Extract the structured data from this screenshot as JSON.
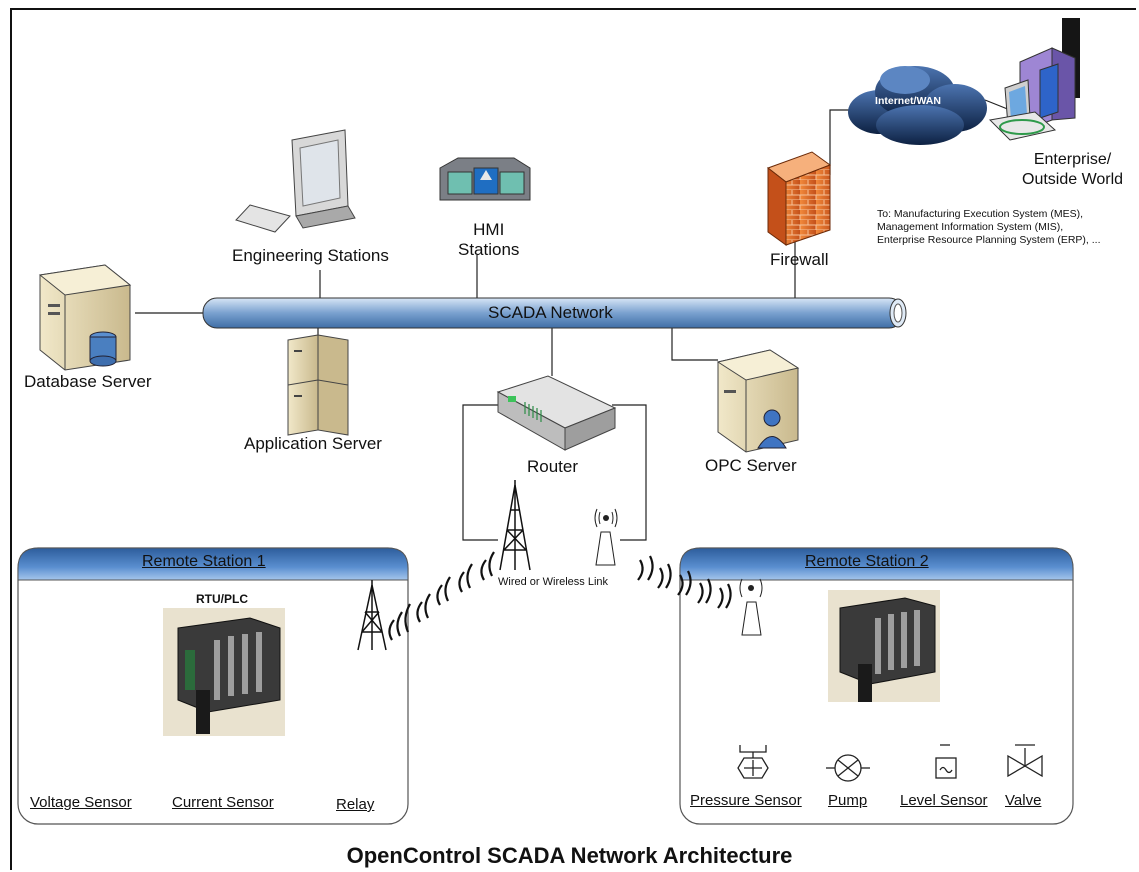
{
  "title": "OpenControl SCADA Network Architecture",
  "network": {
    "bus_label": "SCADA Network",
    "link_label": "Wired or Wireless Link",
    "cloud_label": "Internet/WAN"
  },
  "nodes": {
    "engineering": "Engineering Stations",
    "hmi": "HMI\nStations",
    "firewall": "Firewall",
    "enterprise": "Enterprise/\nOutside World",
    "database": "Database Server",
    "application": "Application Server",
    "router": "Router",
    "opc": "OPC Server"
  },
  "enterprise_note": "To: Manufacturing Execution System (MES),\nManagement Information System (MIS),\nEnterprise Resource Planning System (ERP), ...",
  "station1": {
    "title": "Remote Station 1",
    "controller": "RTU/PLC",
    "devices": [
      "Voltage Sensor",
      "Current Sensor",
      "Relay"
    ]
  },
  "station2": {
    "title": "Remote Station 2",
    "devices": [
      "Pressure Sensor",
      "Pump",
      "Level Sensor",
      "Valve"
    ]
  },
  "colors": {
    "panel_header": "#3d74b7",
    "bus": "#6b96c8",
    "firewall": "#e26b1f",
    "cloud": "#1f3d6d"
  }
}
